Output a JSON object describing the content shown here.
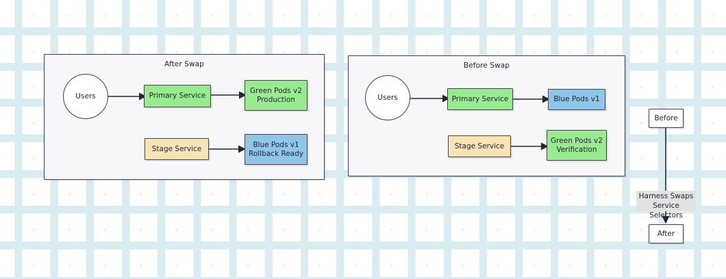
{
  "diagram": {
    "background": {
      "grid_dot_color": "#e3f1f5",
      "grid_cross_color": "#d9ecf1",
      "canvas_color": "#ffffff"
    },
    "palette": {
      "green": "#99eb8f",
      "blue": "#8ec5e8",
      "orange": "#fae3b4",
      "white": "#ffffff",
      "cluster_fill": "#f7f7fa",
      "border": "#3d3c56",
      "edge": "#26262e",
      "label_bg": "#e2e2e2"
    },
    "clusters": [
      {
        "id": "after-swap",
        "label": "After Swap",
        "nodes": [
          {
            "id": "after-users",
            "label": "Users",
            "shape": "circle",
            "color": "white"
          },
          {
            "id": "after-primary",
            "label": "Primary Service",
            "shape": "rect",
            "color": "green"
          },
          {
            "id": "after-green-pods",
            "label": "Green Pods v2\nProduction",
            "shape": "rect",
            "color": "green"
          },
          {
            "id": "after-stage",
            "label": "Stage Service",
            "shape": "rect",
            "color": "orange"
          },
          {
            "id": "after-blue-pods",
            "label": "Blue Pods v1\nRollback Ready",
            "shape": "rect",
            "color": "blue"
          }
        ],
        "edges": [
          {
            "from": "after-users",
            "to": "after-primary"
          },
          {
            "from": "after-primary",
            "to": "after-green-pods"
          },
          {
            "from": "after-stage",
            "to": "after-blue-pods"
          }
        ]
      },
      {
        "id": "before-swap",
        "label": "Before Swap",
        "nodes": [
          {
            "id": "before-users",
            "label": "Users",
            "shape": "circle",
            "color": "white"
          },
          {
            "id": "before-primary",
            "label": "Primary Service",
            "shape": "rect",
            "color": "green"
          },
          {
            "id": "before-blue-pods",
            "label": "Blue Pods v1",
            "shape": "rect",
            "color": "blue"
          },
          {
            "id": "before-stage",
            "label": "Stage Service",
            "shape": "rect",
            "color": "orange"
          },
          {
            "id": "before-green-pods",
            "label": "Green Pods v2\nVerification",
            "shape": "rect",
            "color": "green"
          }
        ],
        "edges": [
          {
            "from": "before-users",
            "to": "before-primary"
          },
          {
            "from": "before-primary",
            "to": "before-blue-pods"
          },
          {
            "from": "before-stage",
            "to": "before-green-pods"
          }
        ]
      }
    ],
    "transition": {
      "from_node": {
        "id": "transition-before",
        "label": "Before",
        "shape": "rect",
        "color": "white"
      },
      "to_node": {
        "id": "transition-after",
        "label": "After",
        "shape": "rect",
        "color": "white"
      },
      "edge_label": "Harness Swaps\nService Selectors"
    }
  }
}
